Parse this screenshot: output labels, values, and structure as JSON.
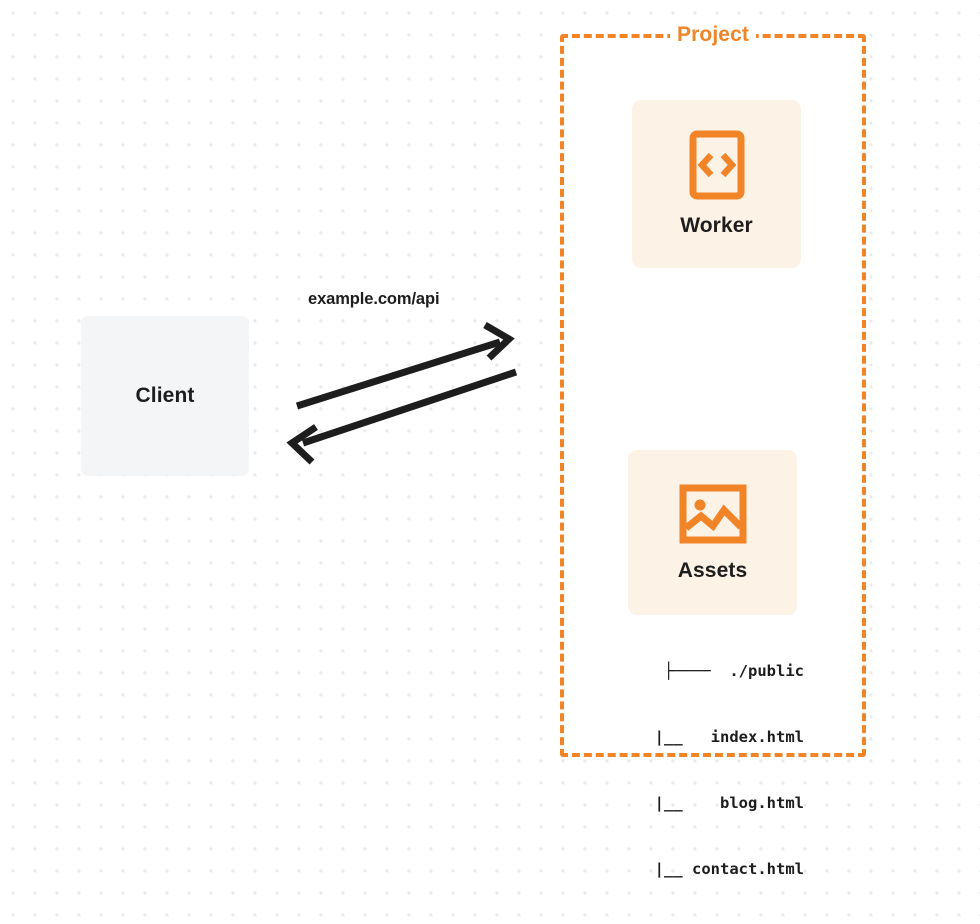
{
  "diagram": {
    "title": "Project",
    "background": {
      "style": "dot-grid",
      "dot_color": "#e9eaec",
      "page_color": "#ffffff"
    },
    "colors": {
      "accent_orange": "#f08427",
      "card_fill": "#fdf2e6",
      "client_fill": "#f4f5f7",
      "text_dark": "#1d1d1d",
      "arrow_stroke": "#1d1d1d"
    },
    "client": {
      "label": "Client"
    },
    "connection": {
      "label": "example.com/api",
      "request_direction": "client-to-project",
      "response_direction": "project-to-client"
    },
    "group": {
      "label": "Project",
      "border_style": "dashed",
      "border_color": "#f08427"
    },
    "nodes": [
      {
        "id": "worker",
        "label": "Worker",
        "icon": "code-brackets-icon"
      },
      {
        "id": "assets",
        "label": "Assets",
        "icon": "image-icon"
      }
    ],
    "file_tree": {
      "rows": [
        "├────  ./public",
        "   |__   index.html",
        "   |__    blog.html",
        "   |__ contact.html"
      ],
      "root": "./public",
      "files": [
        "index.html",
        "blog.html",
        "contact.html"
      ]
    }
  }
}
